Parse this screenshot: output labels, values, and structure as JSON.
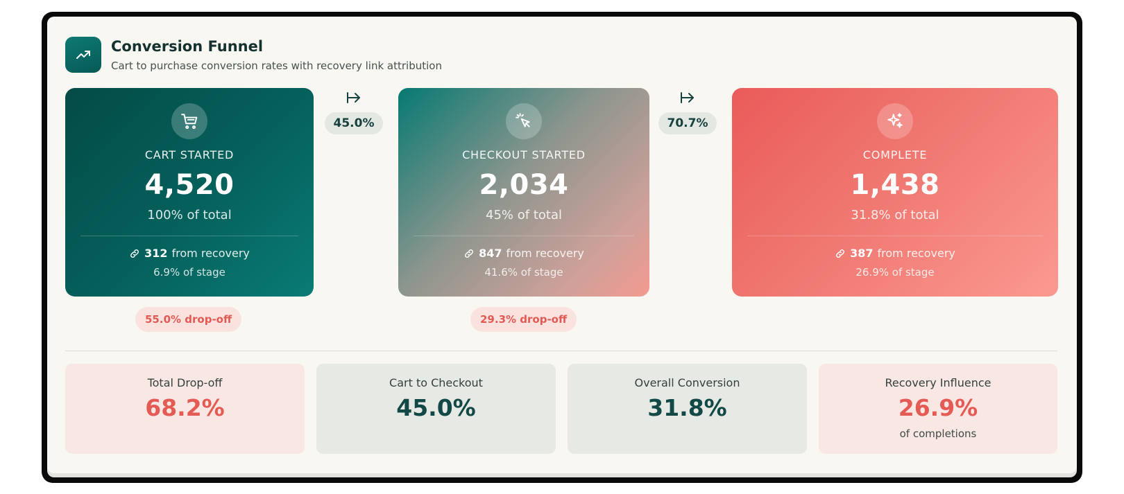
{
  "header": {
    "icon": "trending-up-icon",
    "title": "Conversion Funnel",
    "subtitle": "Cart to purchase conversion rates with recovery link attribution"
  },
  "stages": [
    {
      "icon": "shopping-cart-icon",
      "label": "CART STARTED",
      "value": "4,520",
      "pct_of_total": "100% of total",
      "recovery_icon": "link-icon",
      "recovery_count": "312",
      "recovery_text": "from recovery",
      "stage_share": "6.9% of stage"
    },
    {
      "icon": "cursor-click-icon",
      "label": "CHECKOUT STARTED",
      "value": "2,034",
      "pct_of_total": "45% of total",
      "recovery_icon": "link-icon",
      "recovery_count": "847",
      "recovery_text": "from recovery",
      "stage_share": "41.6% of stage"
    },
    {
      "icon": "sparkles-icon",
      "label": "COMPLETE",
      "value": "1,438",
      "pct_of_total": "31.8% of total",
      "recovery_icon": "link-icon",
      "recovery_count": "387",
      "recovery_text": "from recovery",
      "stage_share": "26.9% of stage"
    }
  ],
  "transitions": [
    {
      "icon": "arrow-right-icon",
      "rate": "45.0%"
    },
    {
      "icon": "arrow-right-icon",
      "rate": "70.7%"
    }
  ],
  "dropoffs": [
    "55.0% drop-off",
    "29.3% drop-off"
  ],
  "metrics": [
    {
      "label": "Total Drop-off",
      "value": "68.2%",
      "sub": ""
    },
    {
      "label": "Cart to Checkout",
      "value": "45.0%",
      "sub": ""
    },
    {
      "label": "Overall Conversion",
      "value": "31.8%",
      "sub": ""
    },
    {
      "label": "Recovery Influence",
      "value": "26.9%",
      "sub": "of completions"
    }
  ],
  "colors": {
    "teal_dark": "#044b46",
    "teal": "#0a7b75",
    "coral": "#ea5b5a",
    "coral_light": "#fb9990",
    "drop_red": "#e15a55",
    "panel_bg": "#f8f7f2"
  }
}
